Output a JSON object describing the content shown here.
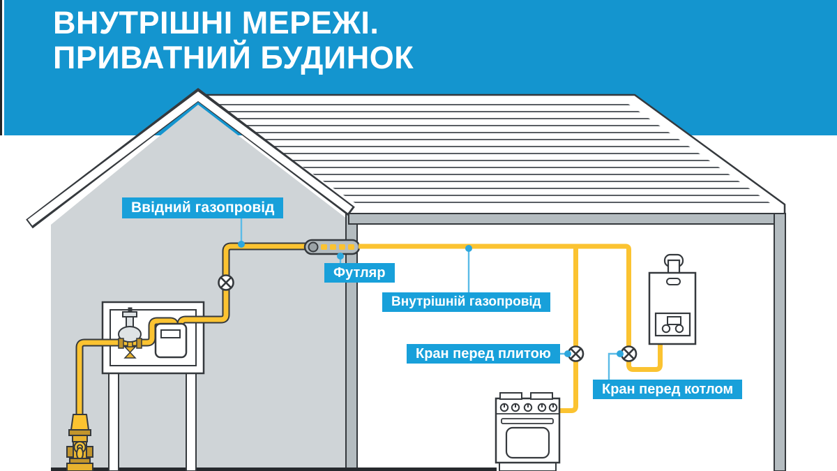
{
  "header": {
    "title_line1": "ВНУТРІШНІ МЕРЕЖІ.",
    "title_line2": "ПРИВАТНИЙ БУДИНОК"
  },
  "diagram": {
    "labels": {
      "inlet_pipeline": "Ввідний газопровід",
      "sleeve": "Футляр",
      "internal_pipeline": "Внутрішній газопровід",
      "valve_before_stove": "Кран перед плитою",
      "valve_before_boiler": "Кран перед котлом"
    },
    "icons": [
      "gas-meter-icon",
      "pressure-regulator-icon",
      "service-valve-icon",
      "shutoff-valve-icon",
      "sleeve-icon",
      "stove-icon",
      "boiler-icon"
    ],
    "colors": {
      "header_blue": "#1495cf",
      "label_blue": "#18a0da",
      "leader_blue": "#5bbbe7",
      "dot_blue": "#2da7dd",
      "pipe_yellow": "#fbc331",
      "wall_gray": "#cfd4d7",
      "wall_band_gray": "#b4bcc0",
      "outline_dark": "#35393d",
      "ground_dark": "#26292d",
      "text_white": "#ffffff"
    }
  }
}
